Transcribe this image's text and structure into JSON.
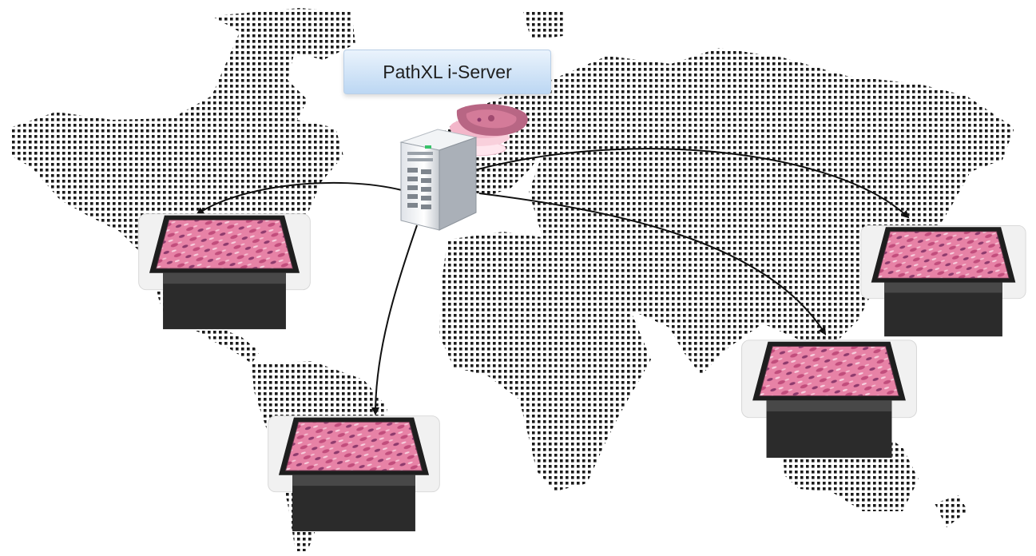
{
  "server": {
    "label": "PathXL i-Server",
    "icon": "server-tower-icon",
    "tissue_icon": "tissue-slide-stack-icon"
  },
  "background": {
    "icon": "dotted-world-map",
    "dot_color": "#1a1a1a"
  },
  "viewers": [
    {
      "name": "viewer-americas-north",
      "icon": "tablet-viewer-icon"
    },
    {
      "name": "viewer-americas-south",
      "icon": "tablet-viewer-icon"
    },
    {
      "name": "viewer-east-asia",
      "icon": "tablet-viewer-icon"
    },
    {
      "name": "viewer-south-asia",
      "icon": "tablet-viewer-icon"
    }
  ],
  "colors": {
    "label_fill_top": "#eaf3fc",
    "label_fill_bottom": "#bcd7f3",
    "tissue_pink": "#e06b93",
    "device_body": "#2b2b2b",
    "arrow": "#111111"
  }
}
